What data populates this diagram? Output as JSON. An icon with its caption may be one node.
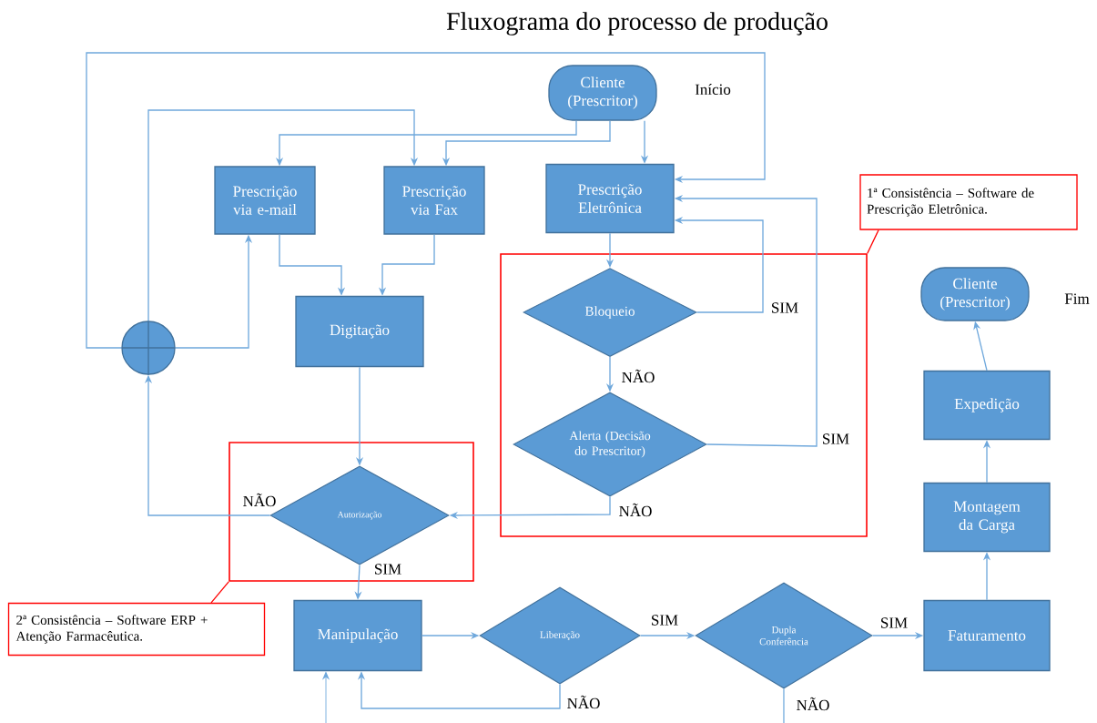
{
  "diagram": {
    "title": "Fluxograma do processo de produção",
    "nodes": [
      {
        "text": [
          "Cliente (Prescritor)"
        ],
        "beside": [
          "Início"
        ]
      },
      {
        "text": [
          "Prescrição via e-mail"
        ]
      },
      {
        "text": [
          "Prescrição via Fax"
        ]
      },
      {
        "text": [
          "Prescrição Eletrônica"
        ]
      },
      {
        "text": [
          "1ª Consistência – Software de Prescrição Eletrônica."
        ]
      },
      {
        "text": [
          "Digitação"
        ]
      },
      {
        "text": [],
        "shape": "circle"
      },
      {
        "text": [],
        "shape": "box"
      },
      {
        "text": [
          "Bloqueio"
        ],
        "in": 7
      },
      {
        "text": [
          "Alerta (Decisão do Prescritor)"
        ],
        "in": 7
      },
      {
        "text": [],
        "shape": "box"
      },
      {
        "text": [
          "Autorização"
        ],
        "in": 10
      },
      {
        "text": [
          "2ª Consistência – Software ERP + Atenção Farmacêutica."
        ]
      },
      {
        "text": [
          "Manipulação"
        ]
      },
      {
        "text": [
          "Liberação"
        ]
      },
      {
        "text": [
          "Dupla Conferência"
        ]
      },
      {
        "text": [
          "Faturamento"
        ]
      },
      {
        "text": [
          "Montagem da Carga"
        ]
      },
      {
        "text": [
          "Expedição"
        ]
      },
      {
        "text": [
          "Cliente (Prescritor)"
        ],
        "beside": [
          "Fim"
        ]
      }
    ],
    "edges": [
      {
        "from": 0,
        "to": 1,
        "arrow": "to"
      },
      {
        "from": 0,
        "to": 2,
        "arrow": "to"
      },
      {
        "from": 0,
        "to": 3,
        "arrow": "to"
      },
      {
        "from": 6,
        "to": 1,
        "arrow": "to"
      },
      {
        "from": 6,
        "to": 2,
        "arrow": "to"
      },
      {
        "from": 6,
        "to": 3,
        "arrow": "to"
      },
      {
        "from": 1,
        "to": 5,
        "arrow": "to"
      },
      {
        "from": 2,
        "to": 5,
        "arrow": "to"
      },
      {
        "from": 5,
        "to": 11,
        "arrow": "to"
      },
      {
        "from": 3,
        "to": 8,
        "arrow": "to"
      },
      {
        "from": 8,
        "to": 3,
        "arrow": "to",
        "label": "SIM"
      },
      {
        "from": 8,
        "to": 9,
        "arrow": "to",
        "label": "NÃO"
      },
      {
        "from": 9,
        "to": 3,
        "arrow": "to",
        "label": "SIM"
      },
      {
        "from": 9,
        "to": 11,
        "arrow": "to",
        "label": "NÃO"
      },
      {
        "from": 11,
        "to": 6,
        "arrow": "to",
        "label": "NÃO"
      },
      {
        "from": 11,
        "to": 13,
        "arrow": "to",
        "label": "SIM"
      },
      {
        "from": 13,
        "to": 14,
        "arrow": "to"
      },
      {
        "from": 14,
        "to": 15,
        "arrow": "to",
        "label": "SIM"
      },
      {
        "from": 14,
        "to": 13,
        "arrow": "to",
        "label": "NÃO"
      },
      {
        "from": 15,
        "to": null,
        "arrow": "none",
        "label": "NÃO"
      },
      {
        "from": 15,
        "to": 16,
        "arrow": "to",
        "label": "SIM"
      },
      {
        "from": 16,
        "to": 17,
        "arrow": "to"
      },
      {
        "from": 17,
        "to": 18,
        "arrow": "to"
      },
      {
        "from": 18,
        "to": 19,
        "arrow": "to"
      },
      {
        "from": null,
        "to": 13,
        "arrow": "to"
      },
      {
        "from": 4,
        "to": 7,
        "arrow": "none",
        "color": "#ff0000"
      },
      {
        "from": 12,
        "to": 10,
        "arrow": "none",
        "color": "#ff0000"
      }
    ]
  }
}
